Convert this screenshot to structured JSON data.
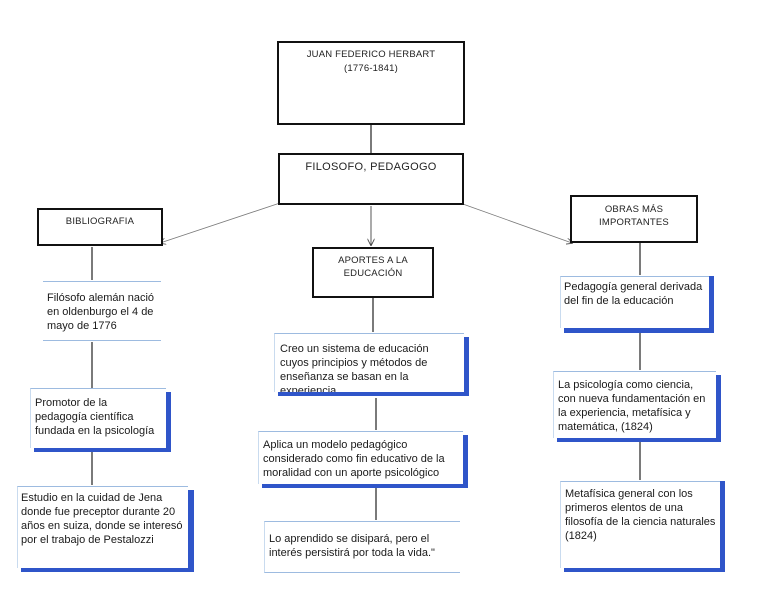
{
  "root": {
    "title": "JUAN FEDERICO HERBART",
    "years": "(1776-1841)"
  },
  "sub": {
    "label": "FILOSOFO, PEDAGOGO"
  },
  "left": {
    "header": "BIBLIOGRAFIA",
    "items": [
      "Filósofo alemán nació en oldenburgo el 4 de mayo de 1776",
      "Promotor de la pedagogía científica fundada en la psicología",
      "Estudio en la cuidad de Jena donde fue preceptor durante 20 años en suiza, donde se interesó por el trabajo de Pestalozzi"
    ]
  },
  "center": {
    "header": "APORTES A LA EDUCACIÓN",
    "items": [
      "Creo un sistema de educación cuyos principios y métodos de enseñanza se basan en la experiencia",
      "Aplica un modelo pedagógico considerado como fin educativo de la moralidad con un aporte psicológico",
      "Lo aprendido se disipará, pero el interés persistirá por toda la vida.\""
    ]
  },
  "right": {
    "header": "OBRAS MÁS IMPORTANTES",
    "items": [
      "Pedagogía general derivada del fin de la educación",
      "La psicología como ciencia, con nueva fundamentación en la experiencia, metafísica y matemática, (1824)",
      "Metafísica general con los primeros elentos de una filosofía de la ciencia naturales (1824)"
    ]
  }
}
